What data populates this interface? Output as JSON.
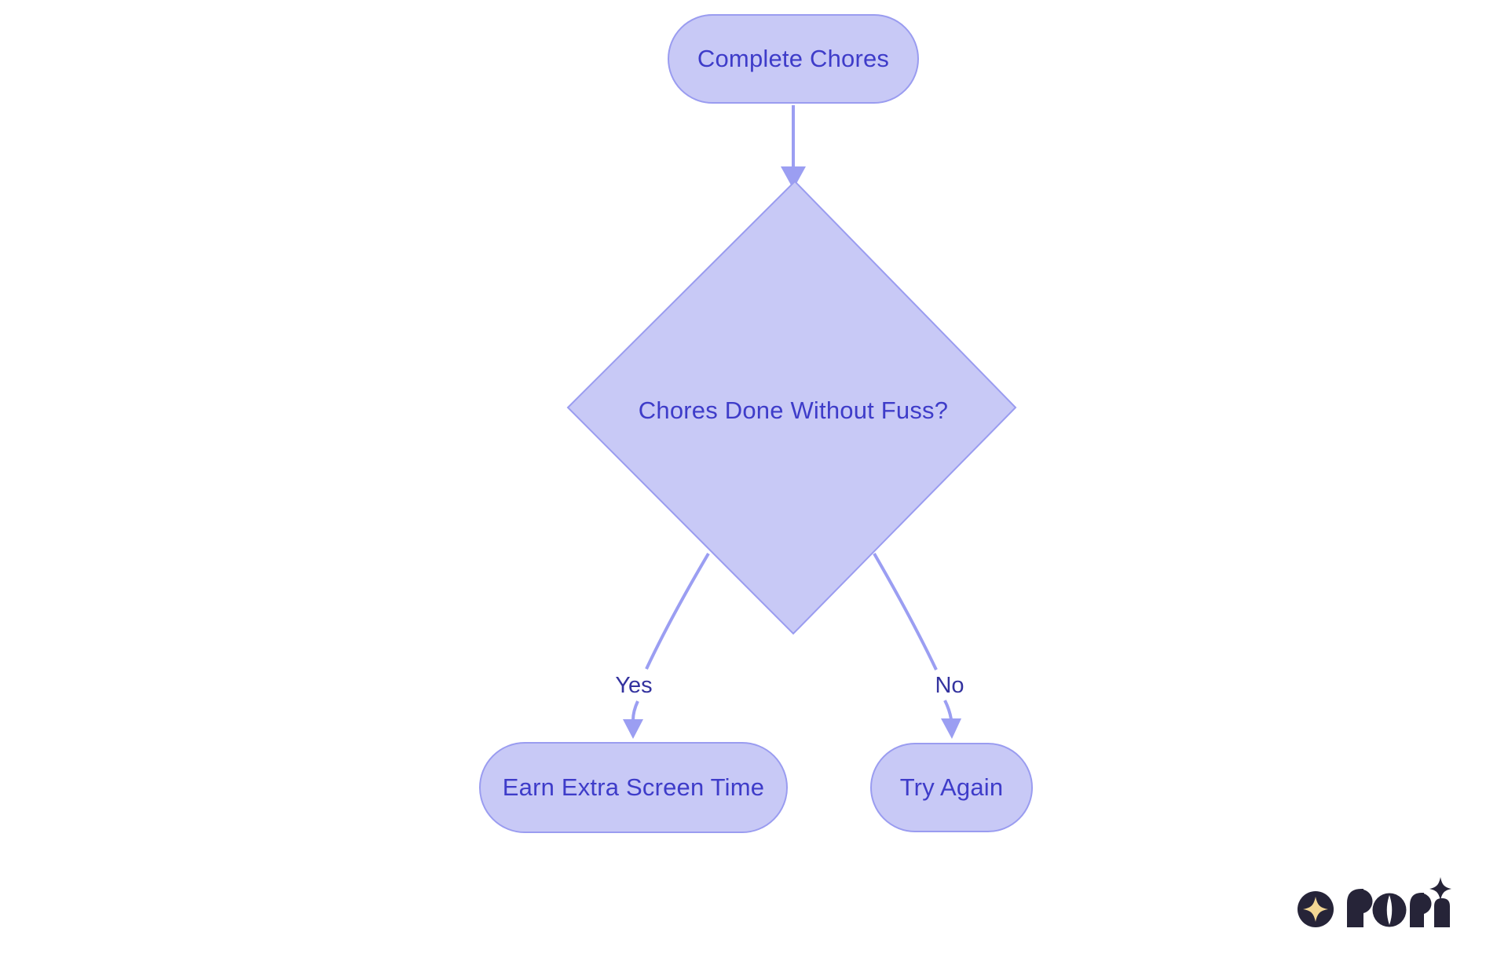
{
  "page": {
    "background": "#ffffff"
  },
  "diagram": {
    "type": "flowchart",
    "direction": "top-down",
    "colors": {
      "node_fill": "#c8c9f6",
      "node_border": "#9a9cf0",
      "edge_stroke": "#9b9ef2",
      "node_text": "#3e3cc9",
      "edge_label_text": "#34339f"
    },
    "nodes": [
      {
        "id": "start",
        "shape": "stadium",
        "label": "Complete Chores"
      },
      {
        "id": "decision",
        "shape": "diamond",
        "label": "Chores Done Without Fuss?"
      },
      {
        "id": "reward",
        "shape": "stadium",
        "label": "Earn Extra Screen Time"
      },
      {
        "id": "retry",
        "shape": "stadium",
        "label": "Try Again"
      }
    ],
    "edges": [
      {
        "from": "start",
        "to": "decision",
        "label": ""
      },
      {
        "from": "decision",
        "to": "reward",
        "label": "Yes"
      },
      {
        "from": "decision",
        "to": "retry",
        "label": "No"
      }
    ]
  },
  "branding": {
    "brand": "rori",
    "logo_icon": "sparkle-in-circle-icon",
    "colors": {
      "mark": "#262438",
      "star": "#f3d794"
    }
  }
}
